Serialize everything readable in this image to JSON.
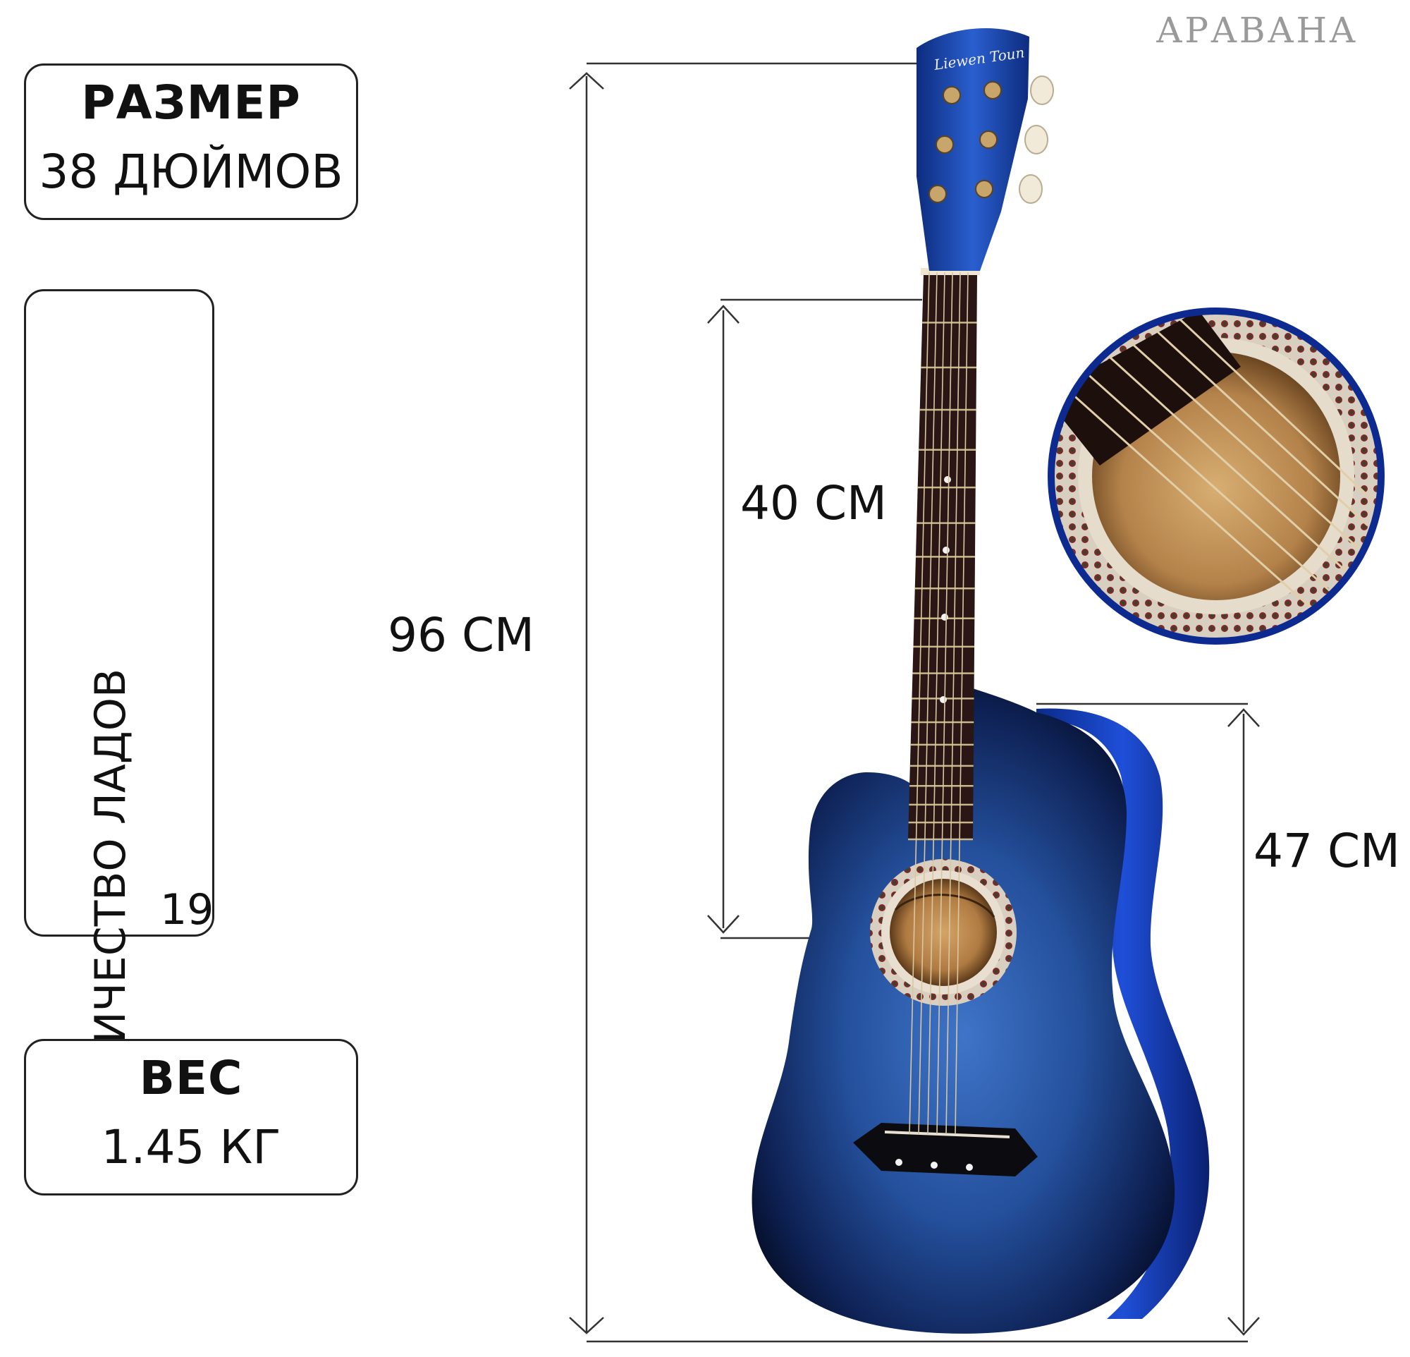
{
  "brand": "АРАВАНА",
  "specs": {
    "size": {
      "title": "РАЗМЕР",
      "value": "38 ДЮЙМОВ"
    },
    "frets": {
      "title": "КОЛИЧЕСТВО ЛАДОВ",
      "value": "19"
    },
    "weight": {
      "title": "ВЕС",
      "value": "1.45 КГ"
    }
  },
  "dimensions": {
    "total_length": "96 СМ",
    "neck_length": "40 СМ",
    "body_length": "47 СМ"
  },
  "guitar": {
    "headstock_logo": "Liewen Toun",
    "colors": {
      "body_center": "#2e63b8",
      "body_edge": "#050a1e",
      "fretboard": "#2a1614",
      "sound_hole_wood": "#b88a4e"
    }
  }
}
